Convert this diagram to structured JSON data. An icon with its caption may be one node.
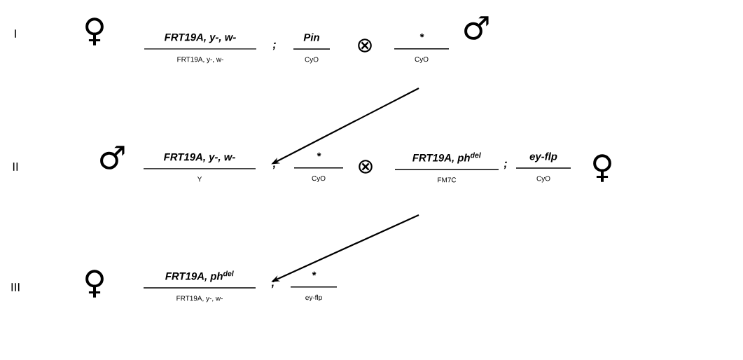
{
  "diagram": {
    "nodes": [
      {
        "text": [
          "FRT19A, y-, w-",
          "FRT19A, y-, w-"
        ]
      },
      {
        "text": [
          "Pin",
          "CyO"
        ]
      },
      {
        "text": [
          "*",
          "CyO"
        ]
      },
      {
        "text": [
          "FRT19A, y-, w-",
          "Y"
        ]
      },
      {
        "text": [
          "*",
          "CyO"
        ]
      },
      {
        "text": [
          "FRT19A, ph$^{del}$",
          "FM7C"
        ]
      },
      {
        "text": [
          "ey-flp",
          "CyO"
        ]
      },
      {
        "text": [
          "FRT19A, ph$^{del}$",
          "FRT19A, y-, w-"
        ]
      },
      {
        "text": [
          "*",
          "ey-flp"
        ]
      }
    ],
    "edges": [
      {
        "from": null,
        "to": 3,
        "arrow": "to"
      },
      {
        "from": null,
        "to": 7,
        "arrow": "to"
      }
    ],
    "labels": [
      "I",
      "♀",
      ";",
      "⊗",
      "♂",
      "II",
      "♂",
      ";",
      "⊗",
      ";",
      "♀",
      "III",
      "♀",
      ";"
    ]
  }
}
